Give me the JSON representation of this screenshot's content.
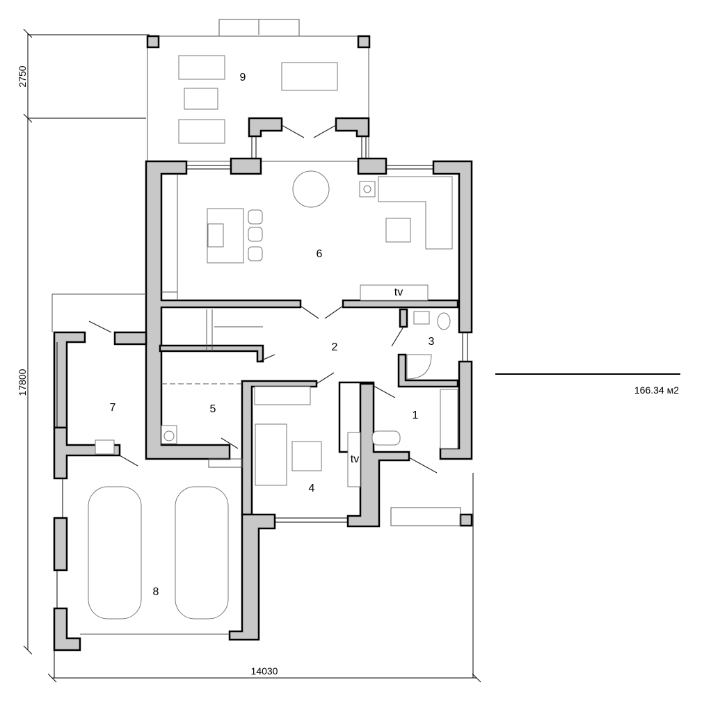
{
  "plan": {
    "area": "166.34 м2",
    "dimensions": {
      "terrace_depth": "2750",
      "total_depth": "17800",
      "total_width": "14030"
    },
    "rooms": [
      {
        "number": "1"
      },
      {
        "number": "2"
      },
      {
        "number": "3"
      },
      {
        "number": "4"
      },
      {
        "number": "5"
      },
      {
        "number": "6"
      },
      {
        "number": "7"
      },
      {
        "number": "8"
      },
      {
        "number": "9"
      }
    ],
    "tv_labels": [
      "tv",
      "tv"
    ],
    "colors": {
      "wall_fill": "#c8c8c8",
      "wall_stroke": "#000000"
    }
  }
}
